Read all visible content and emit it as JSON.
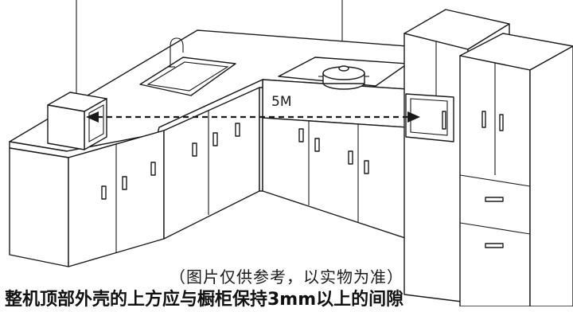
{
  "illustration": {
    "distance_label": "5M",
    "disclaimer": "（图片仅供参考，以实物为准）",
    "instruction": "整机顶部外壳的上方应与橱柜保持3mm以上的间隙"
  }
}
